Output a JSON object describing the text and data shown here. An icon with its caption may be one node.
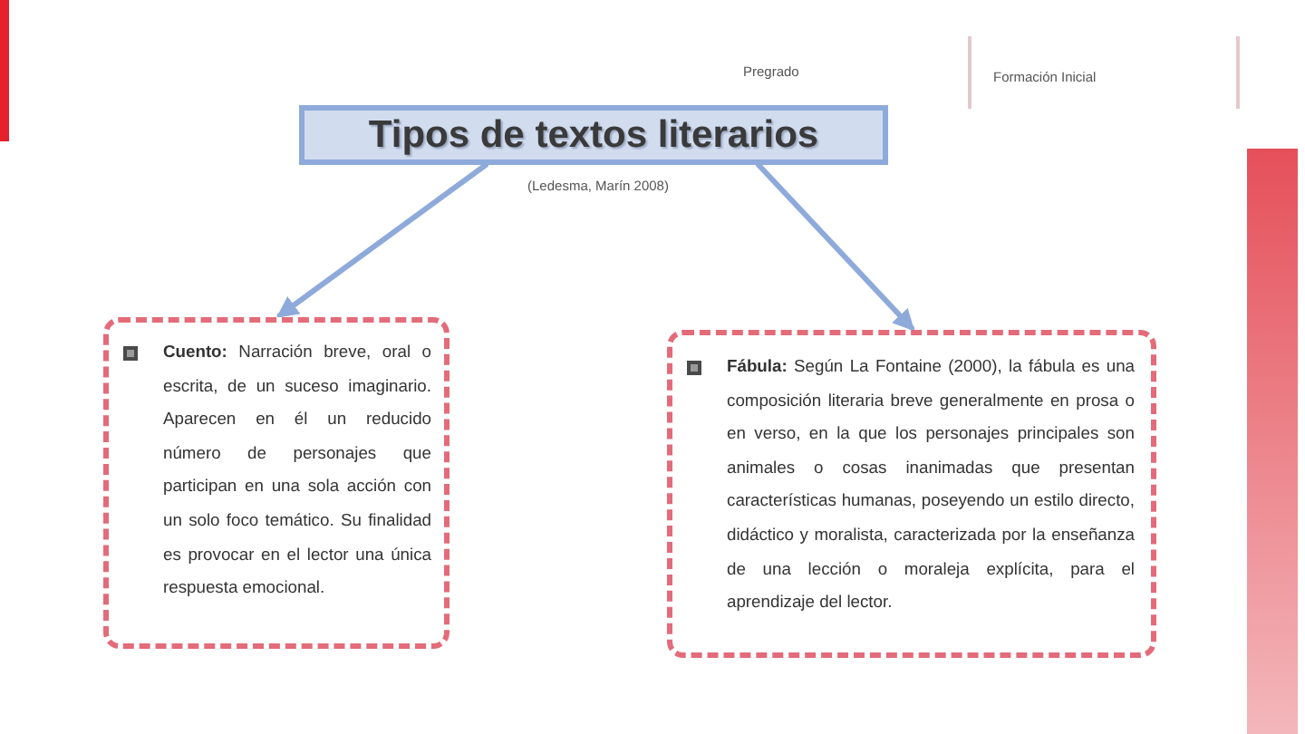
{
  "diagram": {
    "nodes": [
      {
        "text": [
          "Tipos de textos literarios"
        ],
        "beside": [
          "(Ledesma, Marín 2008)"
        ]
      },
      {
        "text": [
          "**Cuento:** Narración breve, oral o escrita, de un suceso imaginario. Aparecen en él un reducido número de personajes que participan en una sola acción con un solo foco temático. Su finalidad es provocar en el lector una única respuesta emocional."
        ]
      },
      {
        "text": [
          "**Fábula:** Según La Fontaine (2000), la fábula es una composición literaria breve generalmente en prosa o en verso, en la que los personajes principales son animales o cosas inanimadas que presentan características humanas, poseyendo un estilo directo, didáctico y moralista, caracterizada por la enseñanza de una lección o moraleja explícita, para el aprendizaje del lector."
        ]
      }
    ],
    "edges": [
      {
        "from": 0,
        "to": 1,
        "arrow": "to"
      },
      {
        "from": 0,
        "to": 2,
        "arrow": "to"
      }
    ],
    "labels": [
      "Pregrado",
      "Formación Inicial"
    ]
  }
}
